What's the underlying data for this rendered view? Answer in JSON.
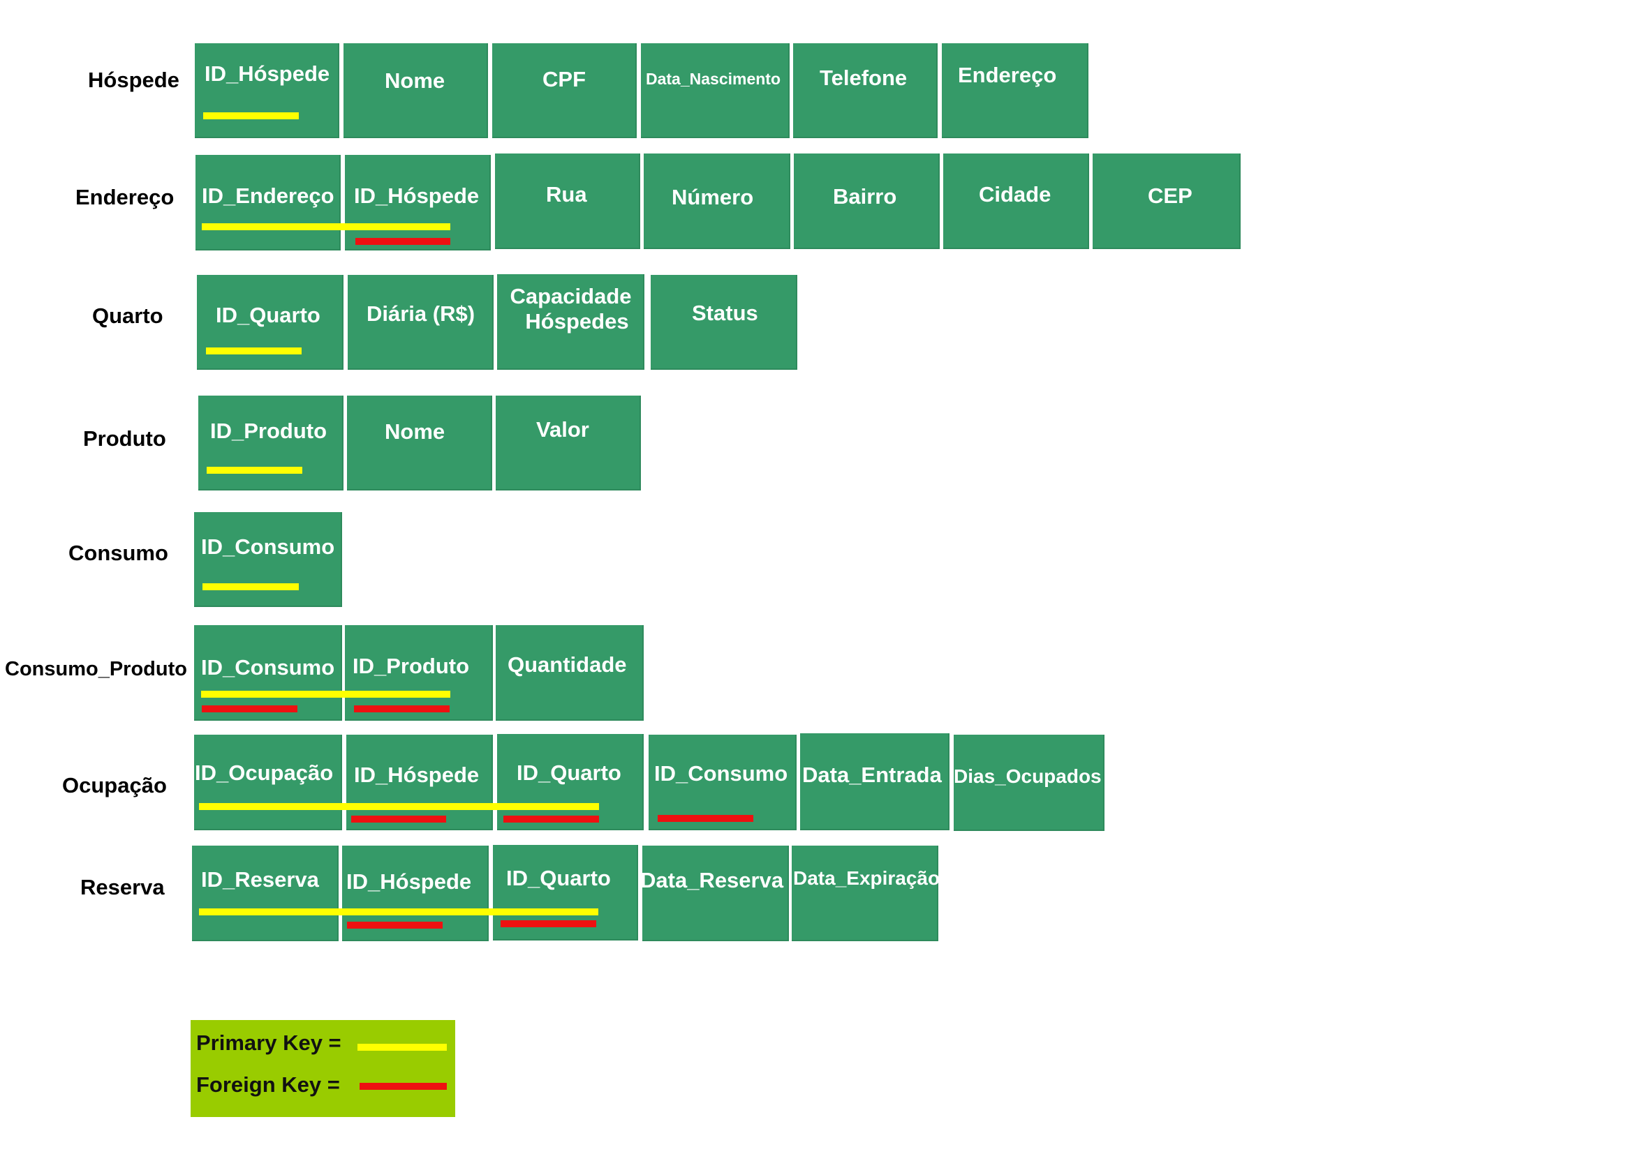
{
  "colors": {
    "field_background": "#359a68",
    "primary_key_line": "#ffff00",
    "foreign_key_line": "#ee1111",
    "legend_background": "#99cc00"
  },
  "tables": [
    {
      "name": "Hóspede",
      "fields": [
        {
          "label": "ID_Hóspede",
          "pk": true,
          "fk": false
        },
        {
          "label": "Nome",
          "pk": false,
          "fk": false
        },
        {
          "label": "CPF",
          "pk": false,
          "fk": false
        },
        {
          "label": "Data_Nascimento",
          "pk": false,
          "fk": false
        },
        {
          "label": "Telefone",
          "pk": false,
          "fk": false
        },
        {
          "label": "Endereço",
          "pk": false,
          "fk": false
        }
      ]
    },
    {
      "name": "Endereço",
      "fields": [
        {
          "label": "ID_Endereço",
          "pk": true,
          "fk": false
        },
        {
          "label": "ID_Hóspede",
          "pk": true,
          "fk": true
        },
        {
          "label": "Rua",
          "pk": false,
          "fk": false
        },
        {
          "label": "Número",
          "pk": false,
          "fk": false
        },
        {
          "label": "Bairro",
          "pk": false,
          "fk": false
        },
        {
          "label": "Cidade",
          "pk": false,
          "fk": false
        },
        {
          "label": "CEP",
          "pk": false,
          "fk": false
        }
      ]
    },
    {
      "name": "Quarto",
      "fields": [
        {
          "label": "ID_Quarto",
          "pk": true,
          "fk": false
        },
        {
          "label": "Diária (R$)",
          "pk": false,
          "fk": false
        },
        {
          "label_line1": "Capacidade",
          "label_line2": "Hóspedes",
          "pk": false,
          "fk": false
        },
        {
          "label": "Status",
          "pk": false,
          "fk": false
        }
      ]
    },
    {
      "name": "Produto",
      "fields": [
        {
          "label": "ID_Produto",
          "pk": true,
          "fk": false
        },
        {
          "label": "Nome",
          "pk": false,
          "fk": false
        },
        {
          "label": "Valor",
          "pk": false,
          "fk": false
        }
      ]
    },
    {
      "name": "Consumo",
      "fields": [
        {
          "label": "ID_Consumo",
          "pk": true,
          "fk": false
        }
      ]
    },
    {
      "name": "Consumo_Produto",
      "fields": [
        {
          "label": "ID_Consumo",
          "pk": true,
          "fk": true
        },
        {
          "label": "ID_Produto",
          "pk": true,
          "fk": true
        },
        {
          "label": "Quantidade",
          "pk": false,
          "fk": false
        }
      ]
    },
    {
      "name": "Ocupação",
      "fields": [
        {
          "label": "ID_Ocupação",
          "pk": true,
          "fk": false
        },
        {
          "label": "ID_Hóspede",
          "pk": true,
          "fk": true
        },
        {
          "label": "ID_Quarto",
          "pk": true,
          "fk": true
        },
        {
          "label": "ID_Consumo",
          "pk": false,
          "fk": true
        },
        {
          "label": "Data_Entrada",
          "pk": false,
          "fk": false
        },
        {
          "label": "Dias_Ocupados",
          "pk": false,
          "fk": false
        }
      ]
    },
    {
      "name": "Reserva",
      "fields": [
        {
          "label": "ID_Reserva",
          "pk": true,
          "fk": false
        },
        {
          "label": "ID_Hóspede",
          "pk": true,
          "fk": true
        },
        {
          "label": "ID_Quarto",
          "pk": true,
          "fk": true
        },
        {
          "label": "Data_Reserva",
          "pk": false,
          "fk": false
        },
        {
          "label": "Data_Expiração",
          "pk": false,
          "fk": false
        }
      ]
    }
  ],
  "legend": {
    "primary_key_label": "Primary Key =",
    "foreign_key_label": "Foreign Key ="
  }
}
